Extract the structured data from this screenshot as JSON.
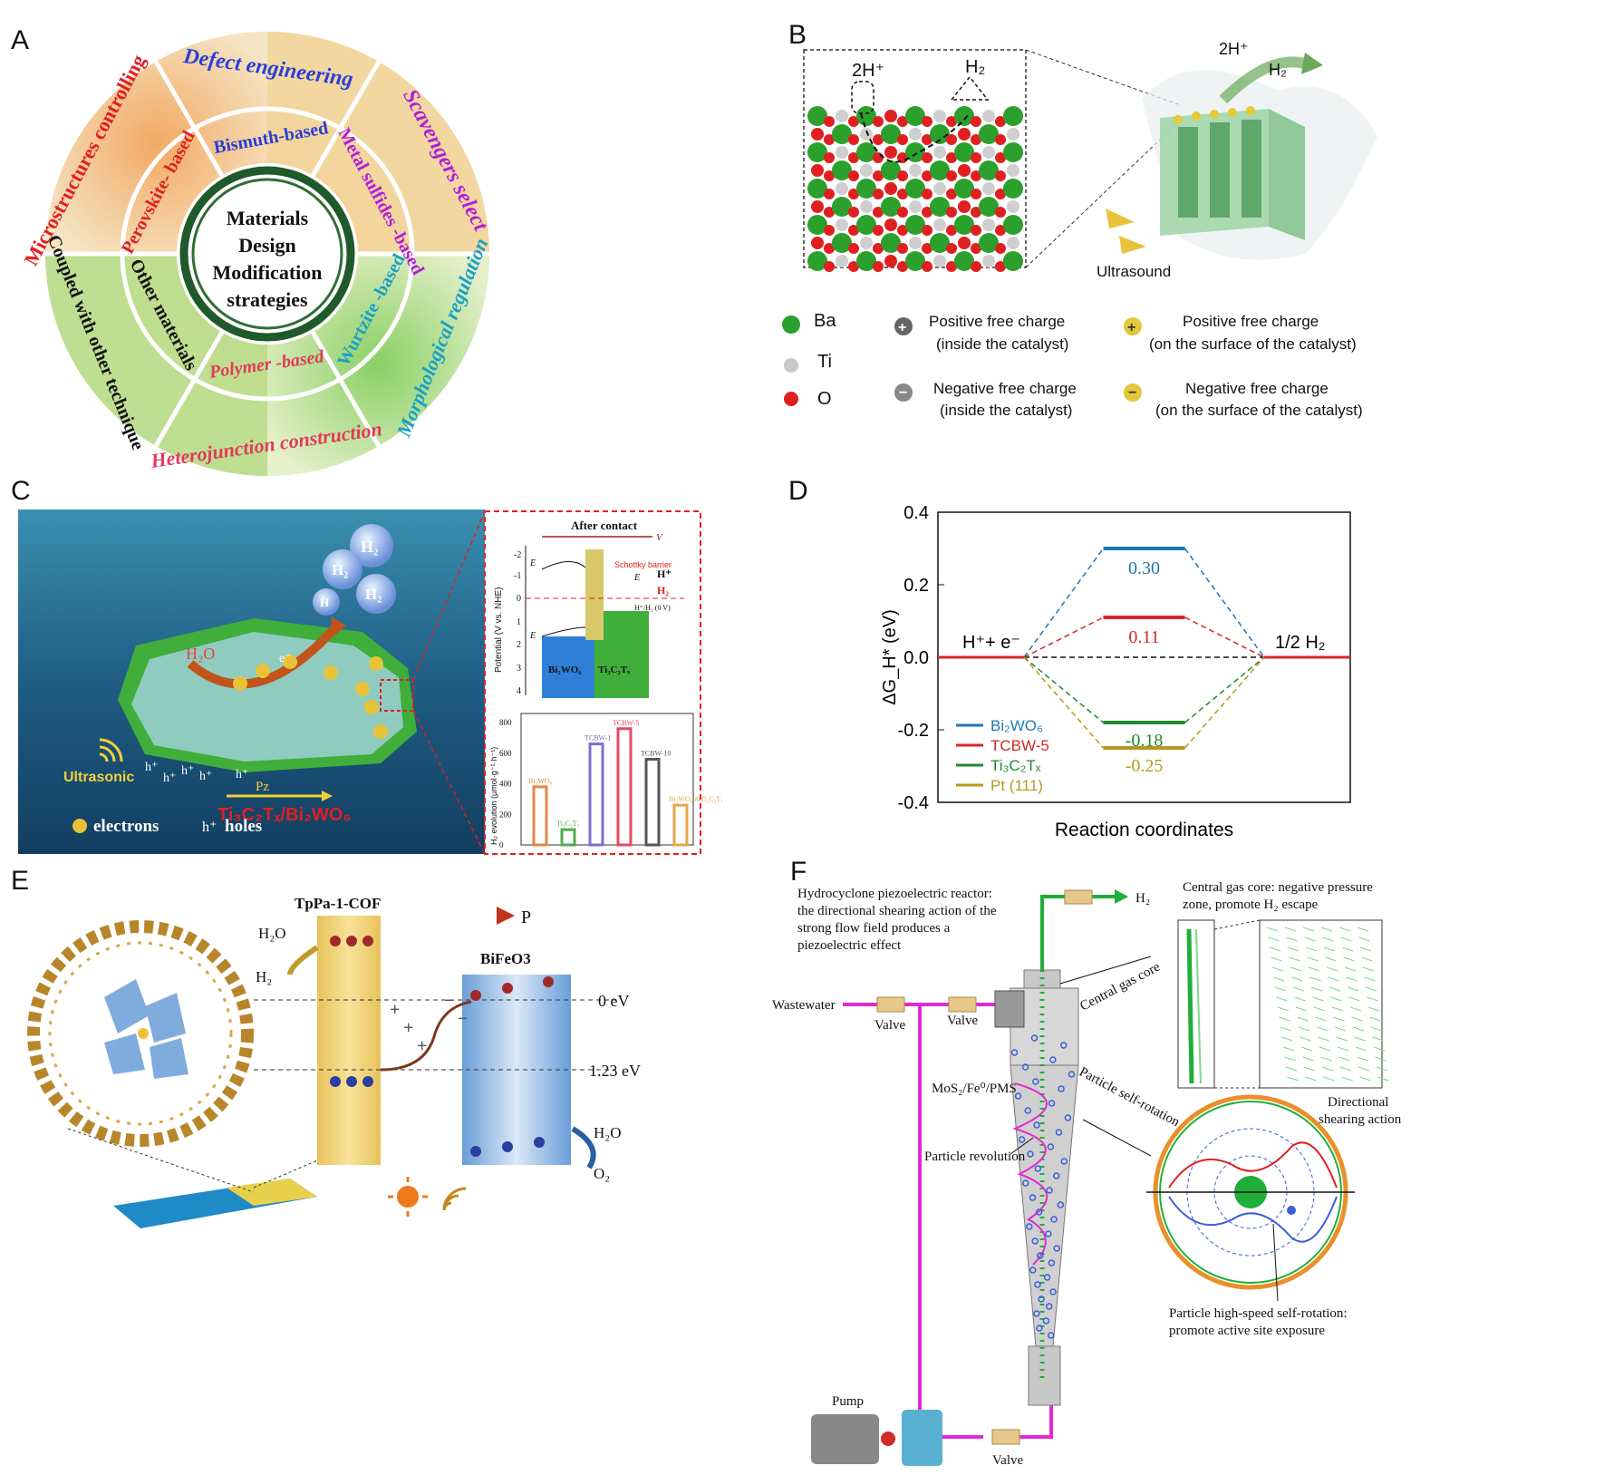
{
  "panels": {
    "a": "A",
    "b": "B",
    "c": "C",
    "d": "D",
    "e": "E",
    "f": "F"
  },
  "colors": {
    "red": "#d62828",
    "blue": "#1f6fb5",
    "green": "#1e8a2e",
    "gold": "#b59a1e",
    "magenta": "#e02bd0",
    "navy": "#12407a"
  },
  "wheel": {
    "center": [
      "Materials",
      "Design",
      "Modification",
      "strategies"
    ],
    "outer": {
      "top": "Defect engineering",
      "upper_right": "Scavengers select",
      "right": "Morphological regulation",
      "bottom": "Heterojunction construction",
      "lower_left": "Coupled with other technique",
      "left": "Microstructures controlling"
    },
    "inner": {
      "top": "Bismuth-based",
      "upper_right": "Metal sulfides -based",
      "lower_right": "Wurtzite -based",
      "bottom": "Polymer -based",
      "lower_left": "Other materials",
      "upper_left": "Perovskite- based"
    }
  },
  "b": {
    "lattice_labels": {
      "h_plus": "2H⁺",
      "h2": "H₂"
    },
    "device_labels": {
      "h_plus": "2H⁺",
      "h2": "H₂",
      "ultrasound": "Ultrasound"
    },
    "atoms": [
      {
        "label": "Ba",
        "color": "#2ca02c"
      },
      {
        "label": "Ti",
        "color": "#c8c8c8"
      },
      {
        "label": "O",
        "color": "#e02020"
      }
    ],
    "charges": [
      {
        "line1": "Positive free charge",
        "line2": "(inside the catalyst)"
      },
      {
        "line1": "Negative free charge",
        "line2": "(inside the catalyst)"
      },
      {
        "line1": "Positive free charge",
        "line2": "(on the surface of the catalyst)"
      },
      {
        "line1": "Negative free charge",
        "line2": "(on the surface of the catalyst)"
      }
    ]
  },
  "c": {
    "h2": "H₂",
    "h_small": "H",
    "h2o": "H₂O",
    "e_minus": "e⁻",
    "h_plus": "h⁺",
    "pz": "Pz",
    "ultrasonic": "Ultrasonic",
    "composite": "Ti₃C₂Tₓ/Bi₂WO₆",
    "legend_electrons": "electrons",
    "legend_holes": "holes",
    "band": {
      "title": "After contact",
      "vac": "V",
      "ylabel": "Potential (V vs. NHE)",
      "ticks": [
        "-2",
        "-1",
        "0",
        "1",
        "2",
        "3",
        "4"
      ],
      "ec": "E",
      "ev": "E",
      "ef": "E",
      "schottky": "Schottky barrier",
      "hplus": "H⁺",
      "h2": "H₂",
      "ref": "H⁺/H₂ (0 V)",
      "left": "Bi₂WO₆",
      "right": "Ti₃C₂Tₓ"
    },
    "bars": {
      "ylabel": "H₂ evolution (μmol·g⁻¹·h⁻¹)",
      "ticks": [
        "0",
        "200",
        "400",
        "600",
        "800"
      ],
      "items": [
        {
          "label": "Bi₂WO₆",
          "value": 380,
          "color": "#e8864a"
        },
        {
          "label": "Ti₃C₂Tₓ",
          "value": 100,
          "color": "#4caf50"
        },
        {
          "label": "TCBW-1",
          "value": 660,
          "color": "#7b6fd0"
        },
        {
          "label": "TCBW-5",
          "value": 760,
          "color": "#e84a5f"
        },
        {
          "label": "TCBW-10",
          "value": 560,
          "color": "#555555"
        },
        {
          "label": "Bi₂WO₆ &Ti₃C₂Tₓ",
          "value": 260,
          "color": "#e8a64a"
        }
      ]
    }
  },
  "chart_data": {
    "type": "line",
    "ylabel": "ΔG_H* (eV)",
    "xlabel": "Reaction coordinates",
    "ylim": [
      -0.4,
      0.4
    ],
    "yticks": [
      -0.4,
      -0.2,
      0.0,
      0.2,
      0.4
    ],
    "left_state": "H⁺+ e⁻",
    "right_state": "1/2 H₂",
    "legend_placement": "bottom-left",
    "series": [
      {
        "name": "Bi₂WO₆",
        "value": 0.3,
        "label": "0.30",
        "color": "#1f77b4"
      },
      {
        "name": "TCBW-5",
        "value": 0.11,
        "label": "0.11",
        "color": "#d62728"
      },
      {
        "name": "Ti₃C₂Tₓ",
        "value": -0.18,
        "label": "-0.18",
        "color": "#1e8a2e"
      },
      {
        "name": "Pt (111)",
        "value": -0.25,
        "label": "-0.25",
        "color": "#b59a1e"
      }
    ]
  },
  "e": {
    "cof": "TpPa-1-COF",
    "bfo": "BiFeO3",
    "p0": "P",
    "h2o_top": "H₂O",
    "h2": "H₂",
    "zero": "0 eV",
    "e123": "1.23 eV",
    "h2o_bottom": "H₂O",
    "o2": "O₂"
  },
  "f": {
    "reactor_desc": [
      "Hydrocyclone piezoelectric reactor:",
      "the directional shearing action of the",
      "strong flow field produces a",
      "piezoelectric effect"
    ],
    "gas_core_desc": [
      "Central gas core: negative pressure",
      "zone, promote H₂ escape"
    ],
    "h2": "H₂",
    "wastewater": "Wastewater",
    "valve": "Valve",
    "central_gas_core": "Central gas core",
    "catalyst": "MoS₂/Fe⁰/PMS",
    "self_rotation": "Particle self-rotation",
    "revolution": "Particle revolution",
    "pump": "Pump",
    "shearing": [
      "Directional",
      "shearing action"
    ],
    "high_speed": [
      "Particle high-speed self-rotation:",
      "promote active site exposure"
    ]
  }
}
